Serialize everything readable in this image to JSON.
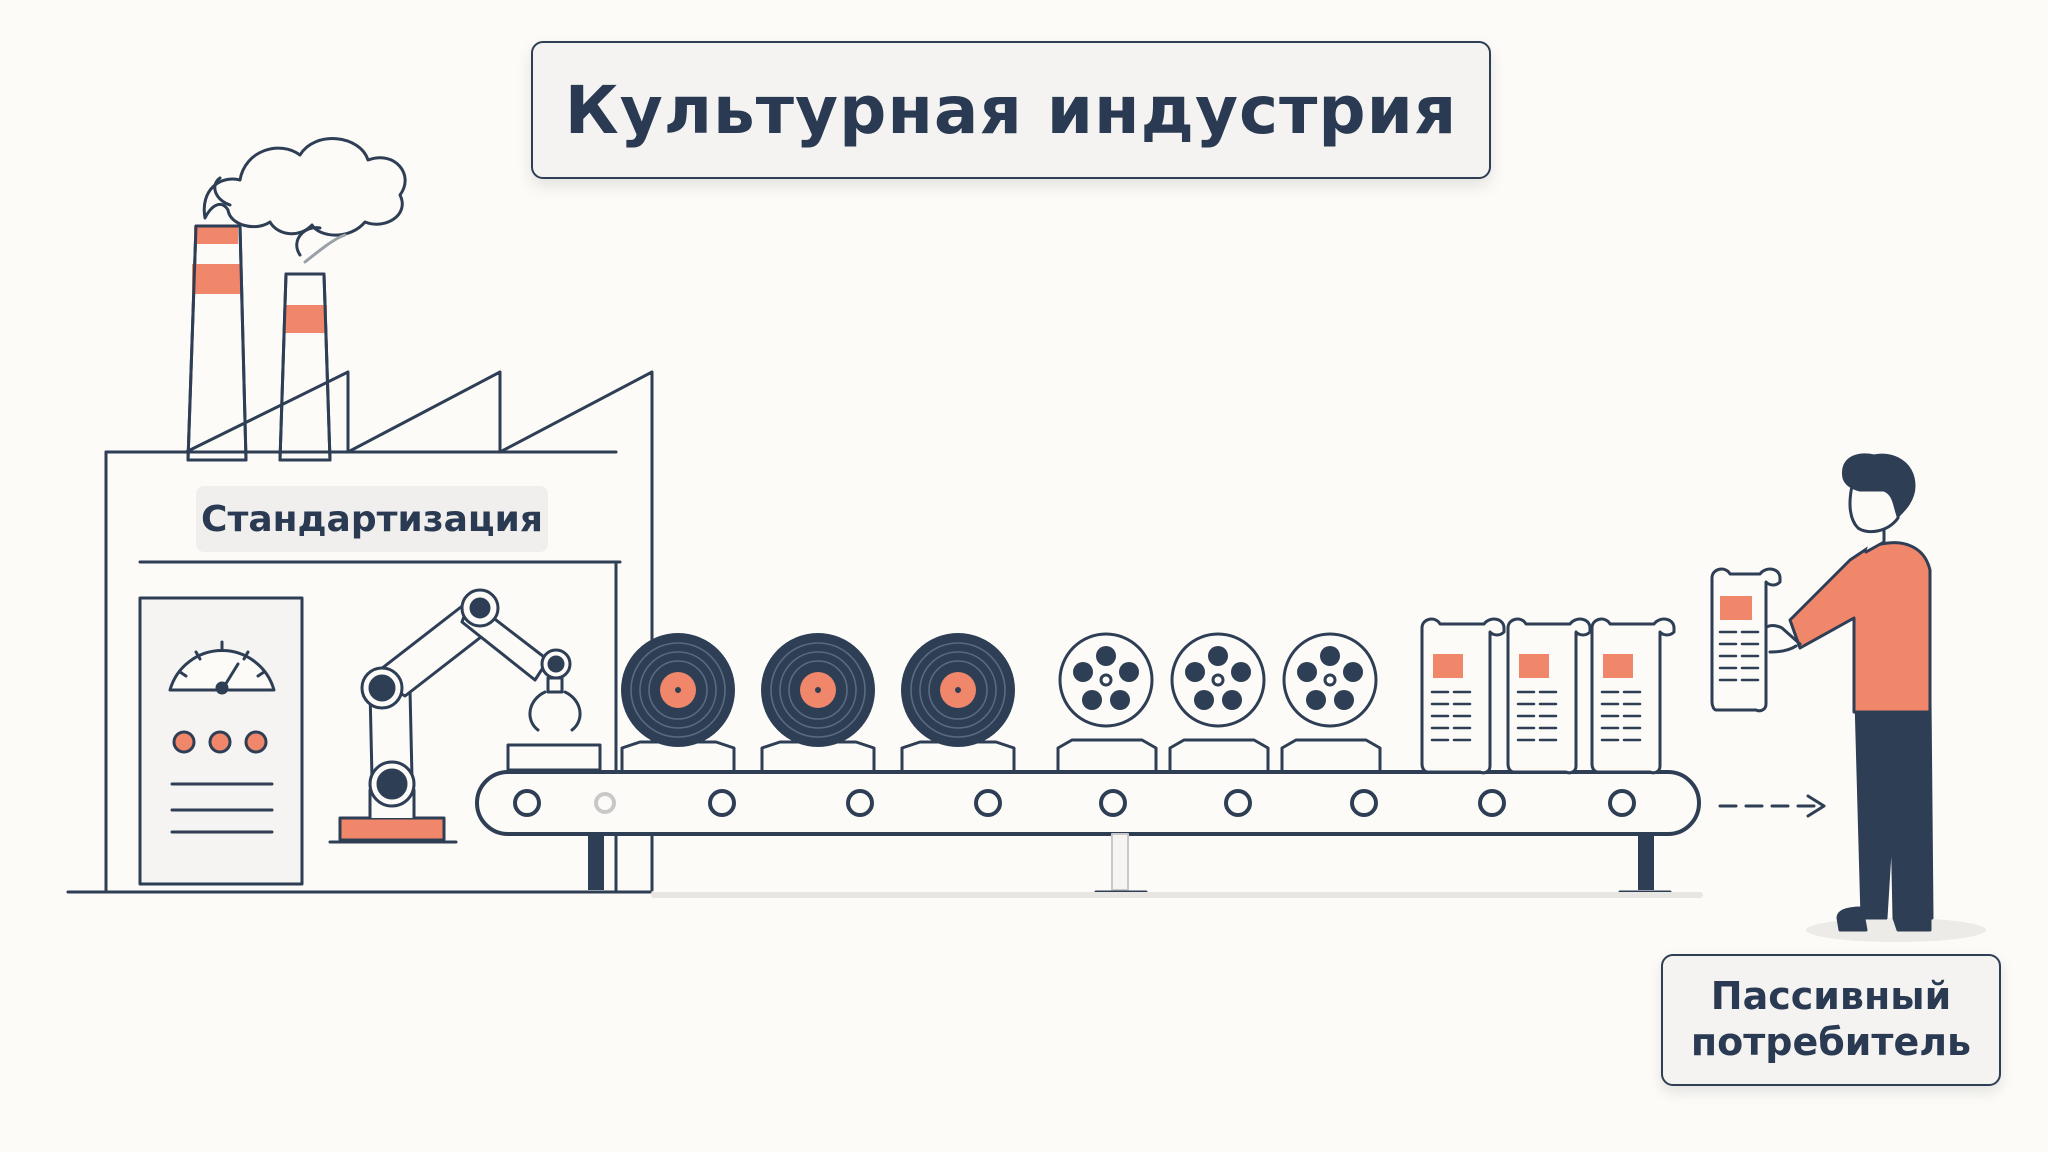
{
  "title": "Культурная индустрия",
  "factory": {
    "label": "Стандартизация"
  },
  "consumer": {
    "label_line1": "Пассивный",
    "label_line2": "потребитель"
  },
  "products": {
    "records": 3,
    "film_reels": 3,
    "scrolls": 3
  },
  "colors": {
    "ink": "#2e3e55",
    "accent": "#f0876a",
    "background": "#fcfbf8",
    "shirt": "#f0876a",
    "pants": "#2e3e55"
  },
  "icons": [
    "factory-icon",
    "smoke-icon",
    "chimney-icon",
    "gauge-icon",
    "robot-arm-icon",
    "vinyl-record-icon",
    "film-reel-icon",
    "newspaper-scroll-icon",
    "conveyor-belt-icon",
    "arrow-right-icon",
    "person-icon"
  ]
}
